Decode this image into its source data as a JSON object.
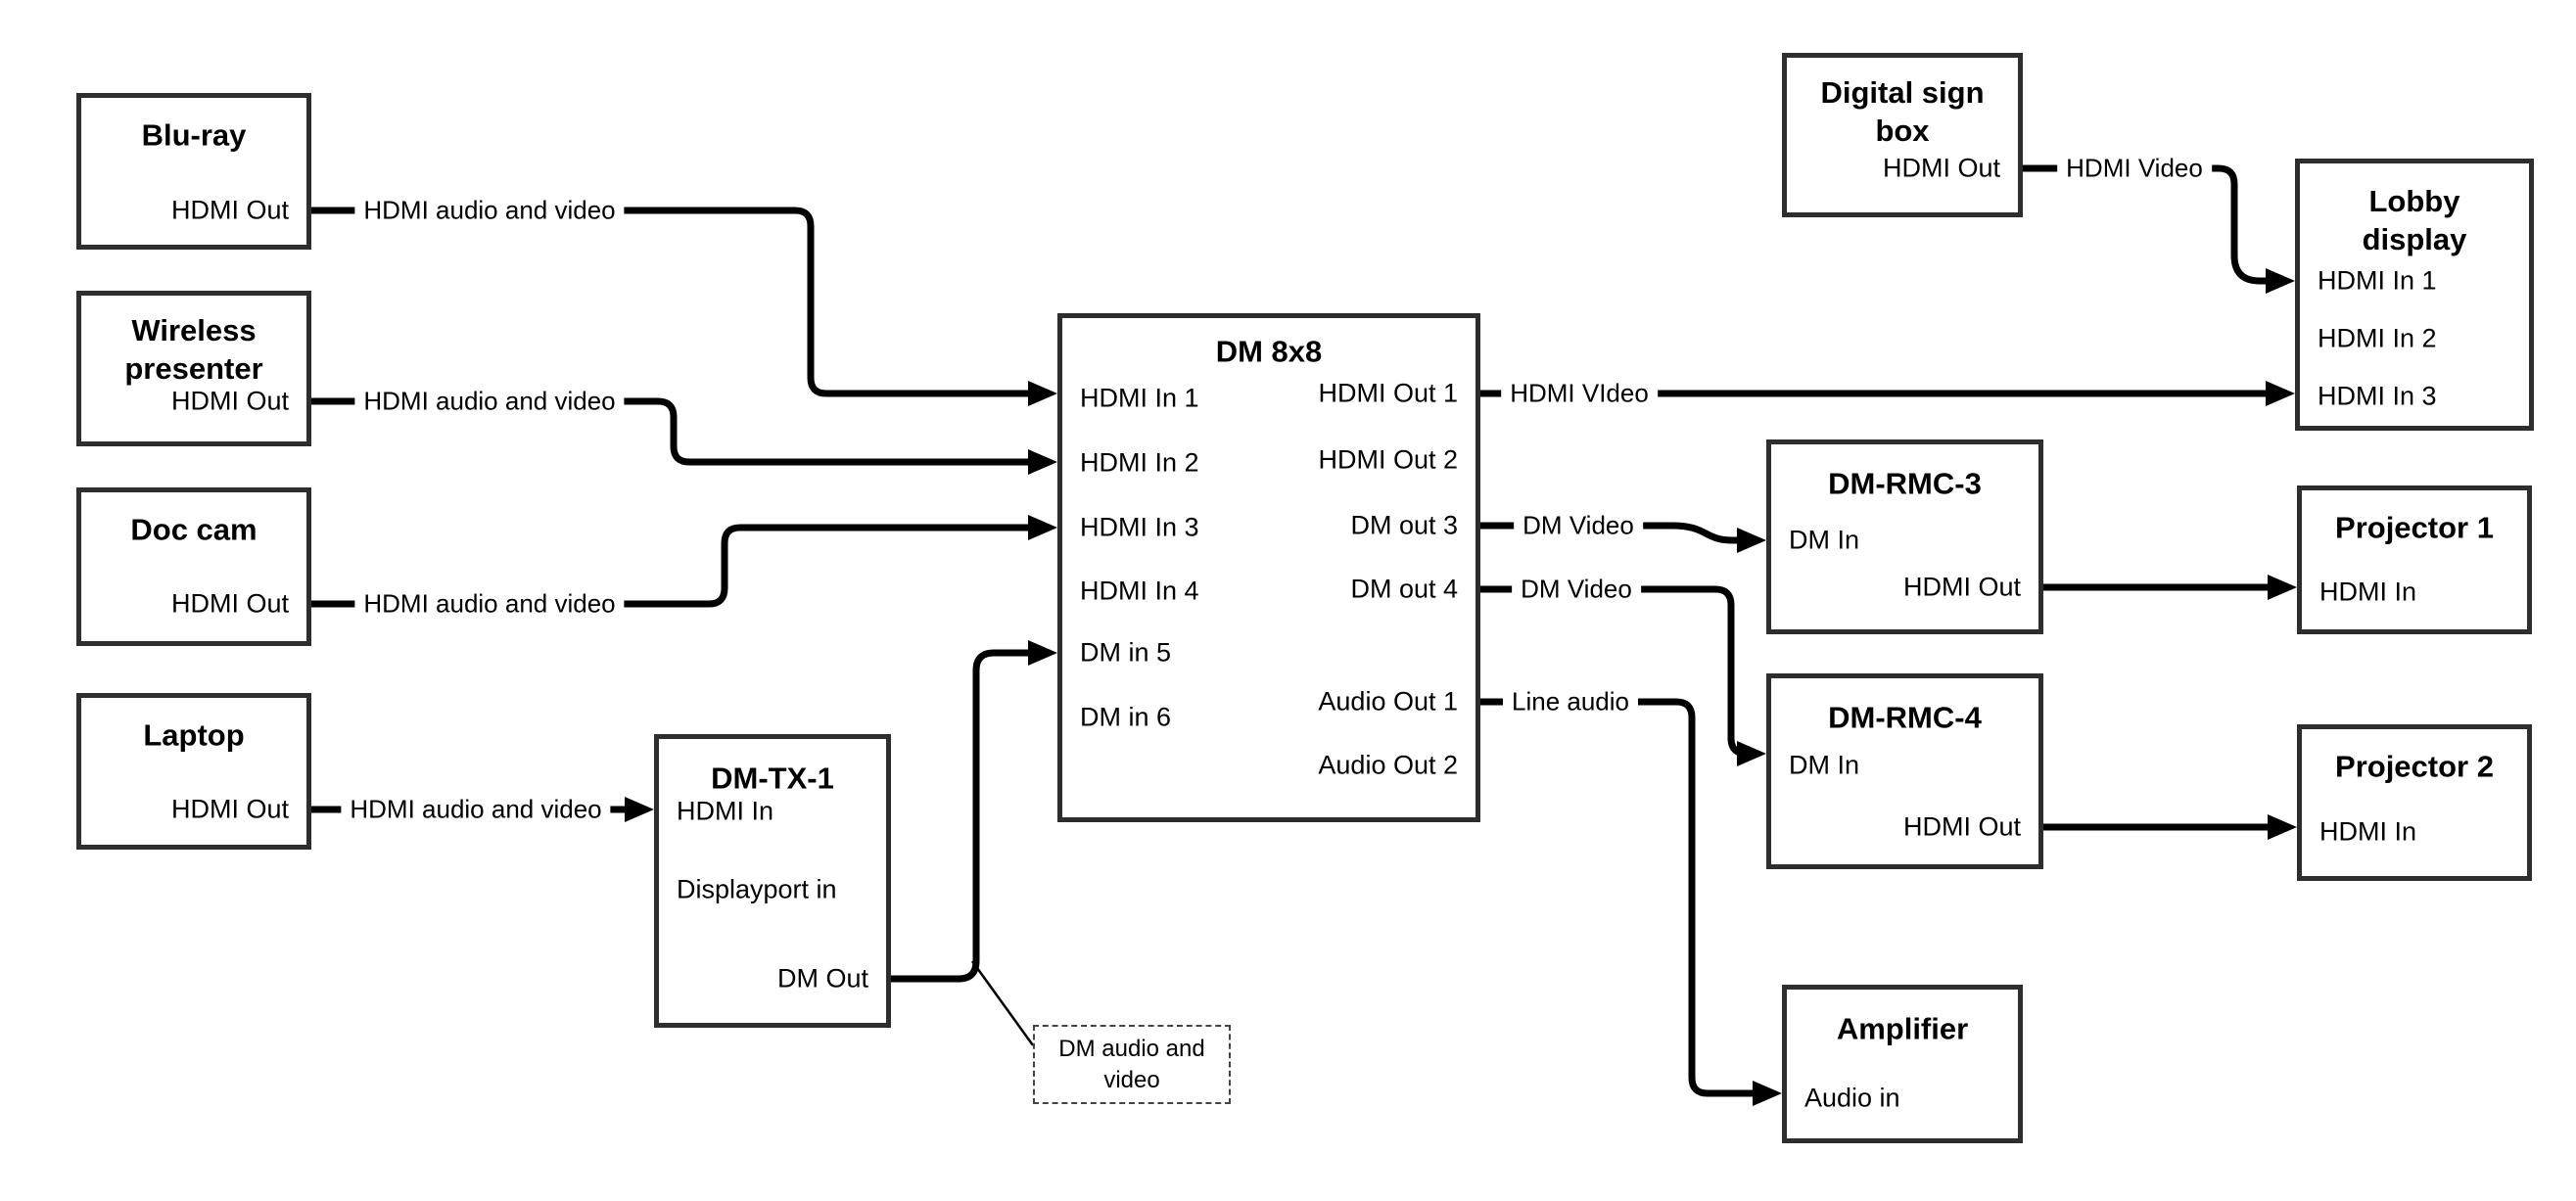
{
  "diagram": {
    "bluray": {
      "title": "Blu-ray",
      "port_out": "HDMI Out"
    },
    "wireless": {
      "title": "Wireless presenter",
      "port_out": "HDMI Out"
    },
    "doccam": {
      "title": "Doc cam",
      "port_out": "HDMI Out"
    },
    "laptop": {
      "title": "Laptop",
      "port_out": "HDMI Out"
    },
    "dmtx1": {
      "title": "DM-TX-1",
      "port_hdmi_in": "HDMI In",
      "port_dp_in": "Displayport in",
      "port_dm_out": "DM Out"
    },
    "dm8x8": {
      "title": "DM 8x8",
      "in1": "HDMI In 1",
      "in2": "HDMI In 2",
      "in3": "HDMI In 3",
      "in4": "HDMI In 4",
      "in5": "DM in 5",
      "in6": "DM in 6",
      "out1": "HDMI Out 1",
      "out2": "HDMI Out 2",
      "out3": "DM out 3",
      "out4": "DM out 4",
      "aout1": "Audio Out 1",
      "aout2": "Audio Out 2"
    },
    "digitalsign": {
      "title": "Digital sign box",
      "port_out": "HDMI Out"
    },
    "lobby": {
      "title": "Lobby display",
      "in1": "HDMI In 1",
      "in2": "HDMI In 2",
      "in3": "HDMI In 3"
    },
    "rmc3": {
      "title": "DM-RMC-3",
      "dm_in": "DM In",
      "hdmi_out": "HDMI Out"
    },
    "rmc4": {
      "title": "DM-RMC-4",
      "dm_in": "DM In",
      "hdmi_out": "HDMI Out"
    },
    "proj1": {
      "title": "Projector 1",
      "hdmi_in": "HDMI In"
    },
    "proj2": {
      "title": "Projector 2",
      "hdmi_in": "HDMI In"
    },
    "amp": {
      "title": "Amplifier",
      "audio_in": "Audio in"
    },
    "note": {
      "text": "DM audio and video"
    },
    "labels": {
      "bluray_wire": "HDMI audio and video",
      "wireless_wire": "HDMI audio and video",
      "doccam_wire": "HDMI audio and video",
      "laptop_wire": "HDMI audio and video",
      "sign_wire": "HDMI Video",
      "out1_wire": "HDMI VIdeo",
      "out3_wire": "DM Video",
      "out4_wire": "DM Video",
      "audio_wire": "Line audio"
    },
    "colors": {
      "line": "#000000",
      "box_border": "#2e2e2e",
      "background": "#ffffff"
    }
  }
}
